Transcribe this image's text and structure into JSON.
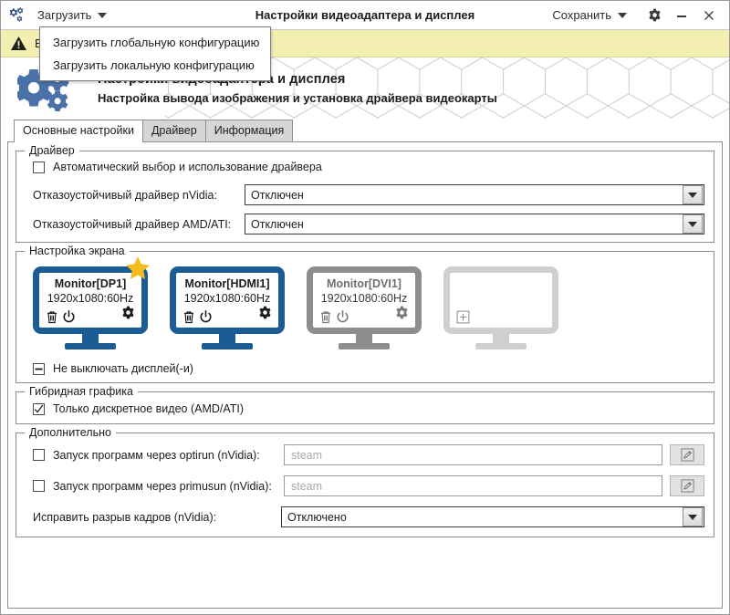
{
  "titlebar": {
    "app_icon": "gears-icon",
    "load_menu_label": "Загрузить",
    "title": "Настройки видеоадаптера и дисплея",
    "save_menu_label": "Сохранить",
    "settings_icon": "gear-icon",
    "minimize_icon": "minimize-icon",
    "close_icon": "close-icon"
  },
  "dropdown": {
    "items": [
      {
        "label": "Загрузить глобальную конфигурацию"
      },
      {
        "label": "Загрузить локальную конфигурацию"
      }
    ]
  },
  "warning": {
    "icon": "warning-triangle-icon",
    "text": "В"
  },
  "banner": {
    "icon": "gears-icon",
    "title": "Настройки видеоадаптера и дисплея",
    "subtitle": "Настройка вывода изображения и установка драйвера видеокарты"
  },
  "tabs": [
    {
      "label": "Основные настройки",
      "active": true
    },
    {
      "label": "Драйвер",
      "active": false
    },
    {
      "label": "Информация",
      "active": false
    }
  ],
  "driver_group": {
    "title": "Драйвер",
    "auto_checkbox": {
      "label": "Автоматический выбор и использование драйвера",
      "state": "unchecked"
    },
    "nvidia": {
      "label": "Отказоустойчивый драйвер nVidia:",
      "value": "Отключен"
    },
    "amd": {
      "label": "Отказоустойчивый драйвер AMD/ATI:",
      "value": "Отключен"
    }
  },
  "screen_group": {
    "title": "Настройка экрана",
    "monitors": [
      {
        "name": "Monitor[DP1]",
        "mode": "1920x1080:60Hz",
        "state": "primary",
        "color": "#1c5c94",
        "starred": true,
        "icons": [
          "trash-icon",
          "power-icon",
          "gear-icon"
        ]
      },
      {
        "name": "Monitor[HDMI1]",
        "mode": "1920x1080:60Hz",
        "state": "active",
        "color": "#1c5c94",
        "starred": false,
        "icons": [
          "trash-icon",
          "power-icon",
          "gear-icon"
        ]
      },
      {
        "name": "Monitor[DVI1]",
        "mode": "1920x1080:60Hz",
        "state": "disabled",
        "color": "#8d8d8d",
        "starred": false,
        "icons": [
          "trash-icon",
          "power-icon",
          "gear-icon"
        ]
      },
      {
        "name": "",
        "mode": "",
        "state": "empty",
        "color": "#cfcfcf",
        "starred": false,
        "icons": [
          "plus-icon"
        ]
      }
    ],
    "keep_on_checkbox": {
      "label": "Не выключать дисплей(-и)",
      "state": "partial"
    }
  },
  "hybrid_group": {
    "title": "Гибридная графика",
    "discrete_checkbox": {
      "label": "Только дискретное видео (AMD/ATI)",
      "state": "checked"
    }
  },
  "extra_group": {
    "title": "Дополнительно",
    "optirun": {
      "label": "Запуск программ через optirun (nVidia):",
      "state": "unchecked",
      "placeholder": "steam",
      "value": "",
      "button_icon": "edit-icon"
    },
    "primusun": {
      "label": "Запуск программ через primusun (nVidia):",
      "state": "unchecked",
      "placeholder": "steam",
      "value": "",
      "button_icon": "edit-icon"
    },
    "tearfix": {
      "label": "Исправить разрыв кадров (nVidia):",
      "value": "Отключено"
    }
  },
  "colors": {
    "accent_blue": "#1c5c94",
    "banner_gear": "#4a72a8",
    "warning_bg": "#f2efb0",
    "disabled_gray": "#8d8d8d",
    "empty_gray": "#cfcfcf"
  }
}
